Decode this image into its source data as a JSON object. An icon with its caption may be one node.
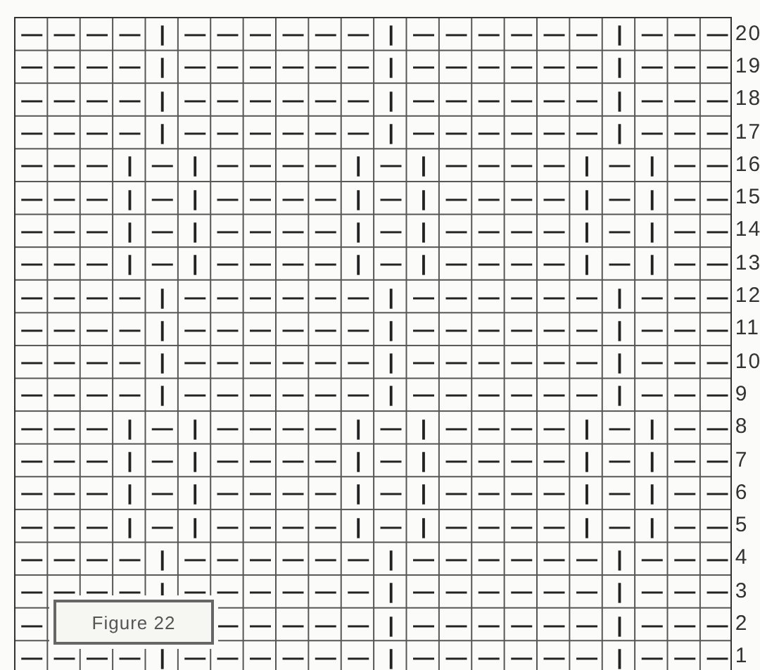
{
  "diagram": {
    "caption": "Figure 22",
    "labels": [
      "—",
      "—",
      "—",
      "—",
      "|",
      "—",
      "—",
      "—",
      "—",
      "—",
      "—",
      "|",
      "—",
      "—",
      "—",
      "—",
      "—",
      "—",
      "|",
      "—",
      "—",
      "—",
      "20",
      "—",
      "—",
      "—",
      "—",
      "|",
      "—",
      "—",
      "—",
      "—",
      "—",
      "—",
      "|",
      "—",
      "—",
      "—",
      "—",
      "—",
      "—",
      "|",
      "—",
      "—",
      "—",
      "19",
      "—",
      "—",
      "—",
      "—",
      "|",
      "—",
      "—",
      "—",
      "—",
      "—",
      "—",
      "|",
      "—",
      "—",
      "—",
      "—",
      "—",
      "—",
      "|",
      "—",
      "—",
      "—",
      "18",
      "—",
      "—",
      "—",
      "—",
      "|",
      "—",
      "—",
      "—",
      "—",
      "—",
      "—",
      "|",
      "—",
      "—",
      "—",
      "—",
      "—",
      "—",
      "|",
      "—",
      "—",
      "—",
      "17",
      "—",
      "—",
      "—",
      "|",
      "—",
      "|",
      "—",
      "—",
      "—",
      "—",
      "|",
      "—",
      "|",
      "—",
      "—",
      "—",
      "—",
      "|",
      "—",
      "|",
      "—",
      "—",
      "16",
      "—",
      "—",
      "—",
      "|",
      "—",
      "|",
      "—",
      "—",
      "—",
      "—",
      "|",
      "—",
      "|",
      "—",
      "—",
      "—",
      "—",
      "|",
      "—",
      "|",
      "—",
      "—",
      "15",
      "—",
      "—",
      "—",
      "|",
      "—",
      "|",
      "—",
      "—",
      "—",
      "—",
      "|",
      "—",
      "|",
      "—",
      "—",
      "—",
      "—",
      "|",
      "—",
      "|",
      "—",
      "—",
      "14",
      "—",
      "—",
      "—",
      "|",
      "—",
      "|",
      "—",
      "—",
      "—",
      "—",
      "|",
      "—",
      "|",
      "—",
      "—",
      "—",
      "—",
      "|",
      "—",
      "|",
      "—",
      "—",
      "13",
      "—",
      "—",
      "—",
      "—",
      "|",
      "—",
      "—",
      "—",
      "—",
      "—",
      "—",
      "|",
      "—",
      "—",
      "—",
      "—",
      "—",
      "—",
      "|",
      "—",
      "—",
      "—",
      "12",
      "—",
      "—",
      "—",
      "—",
      "|",
      "—",
      "—",
      "—",
      "—",
      "—",
      "—",
      "|",
      "—",
      "—",
      "—",
      "—",
      "—",
      "—",
      "|",
      "—",
      "—",
      "—",
      "11",
      "—",
      "—",
      "—",
      "—",
      "|",
      "—",
      "—",
      "—",
      "—",
      "—",
      "—",
      "|",
      "—",
      "—",
      "—",
      "—",
      "—",
      "—",
      "|",
      "—",
      "—",
      "—",
      "10",
      "—",
      "—",
      "—",
      "—",
      "|",
      "—",
      "—",
      "—",
      "—",
      "—",
      "—",
      "|",
      "—",
      "—",
      "—",
      "—",
      "—",
      "—",
      "|",
      "—",
      "—",
      "—",
      "9",
      "—",
      "—",
      "—",
      "|",
      "—",
      "|",
      "—",
      "—",
      "—",
      "—",
      "|",
      "—",
      "|",
      "—",
      "—",
      "—",
      "—",
      "|",
      "—",
      "|",
      "—",
      "—",
      "8",
      "—",
      "—",
      "—",
      "|",
      "—",
      "|",
      "—",
      "—",
      "—",
      "—",
      "|",
      "—",
      "|",
      "—",
      "—",
      "—",
      "—",
      "|",
      "—",
      "|",
      "—",
      "—",
      "7",
      "—",
      "—",
      "—",
      "|",
      "—",
      "|",
      "—",
      "—",
      "—",
      "—",
      "|",
      "—",
      "|",
      "—",
      "—",
      "—",
      "—",
      "|",
      "—",
      "|",
      "—",
      "—",
      "6",
      "—",
      "—",
      "—",
      "|",
      "—",
      "|",
      "—",
      "—",
      "—",
      "—",
      "|",
      "—",
      "|",
      "—",
      "—",
      "—",
      "—",
      "|",
      "—",
      "|",
      "—",
      "—",
      "5",
      "—",
      "—",
      "—",
      "—",
      "|",
      "—",
      "—",
      "—",
      "—",
      "—",
      "—",
      "|",
      "—",
      "—",
      "—",
      "—",
      "—",
      "—",
      "|",
      "—",
      "—",
      "—",
      "4",
      "—",
      "—",
      "—",
      "—",
      "|",
      "—",
      "—",
      "—",
      "—",
      "—",
      "—",
      "|",
      "—",
      "—",
      "—",
      "—",
      "—",
      "—",
      "|",
      "—",
      "—",
      "—",
      "3",
      "—",
      "—",
      "—",
      "—",
      "—",
      "—",
      "|",
      "—",
      "—",
      "—",
      "—",
      "—",
      "—",
      "|",
      "—",
      "—",
      "—",
      "2",
      "—",
      "—",
      "—",
      "—",
      "|",
      "—",
      "—",
      "—",
      "—",
      "—",
      "—",
      "|",
      "—",
      "—",
      "—",
      "—",
      "—",
      "—",
      "|",
      "—",
      "—",
      "—",
      "1"
    ]
  }
}
